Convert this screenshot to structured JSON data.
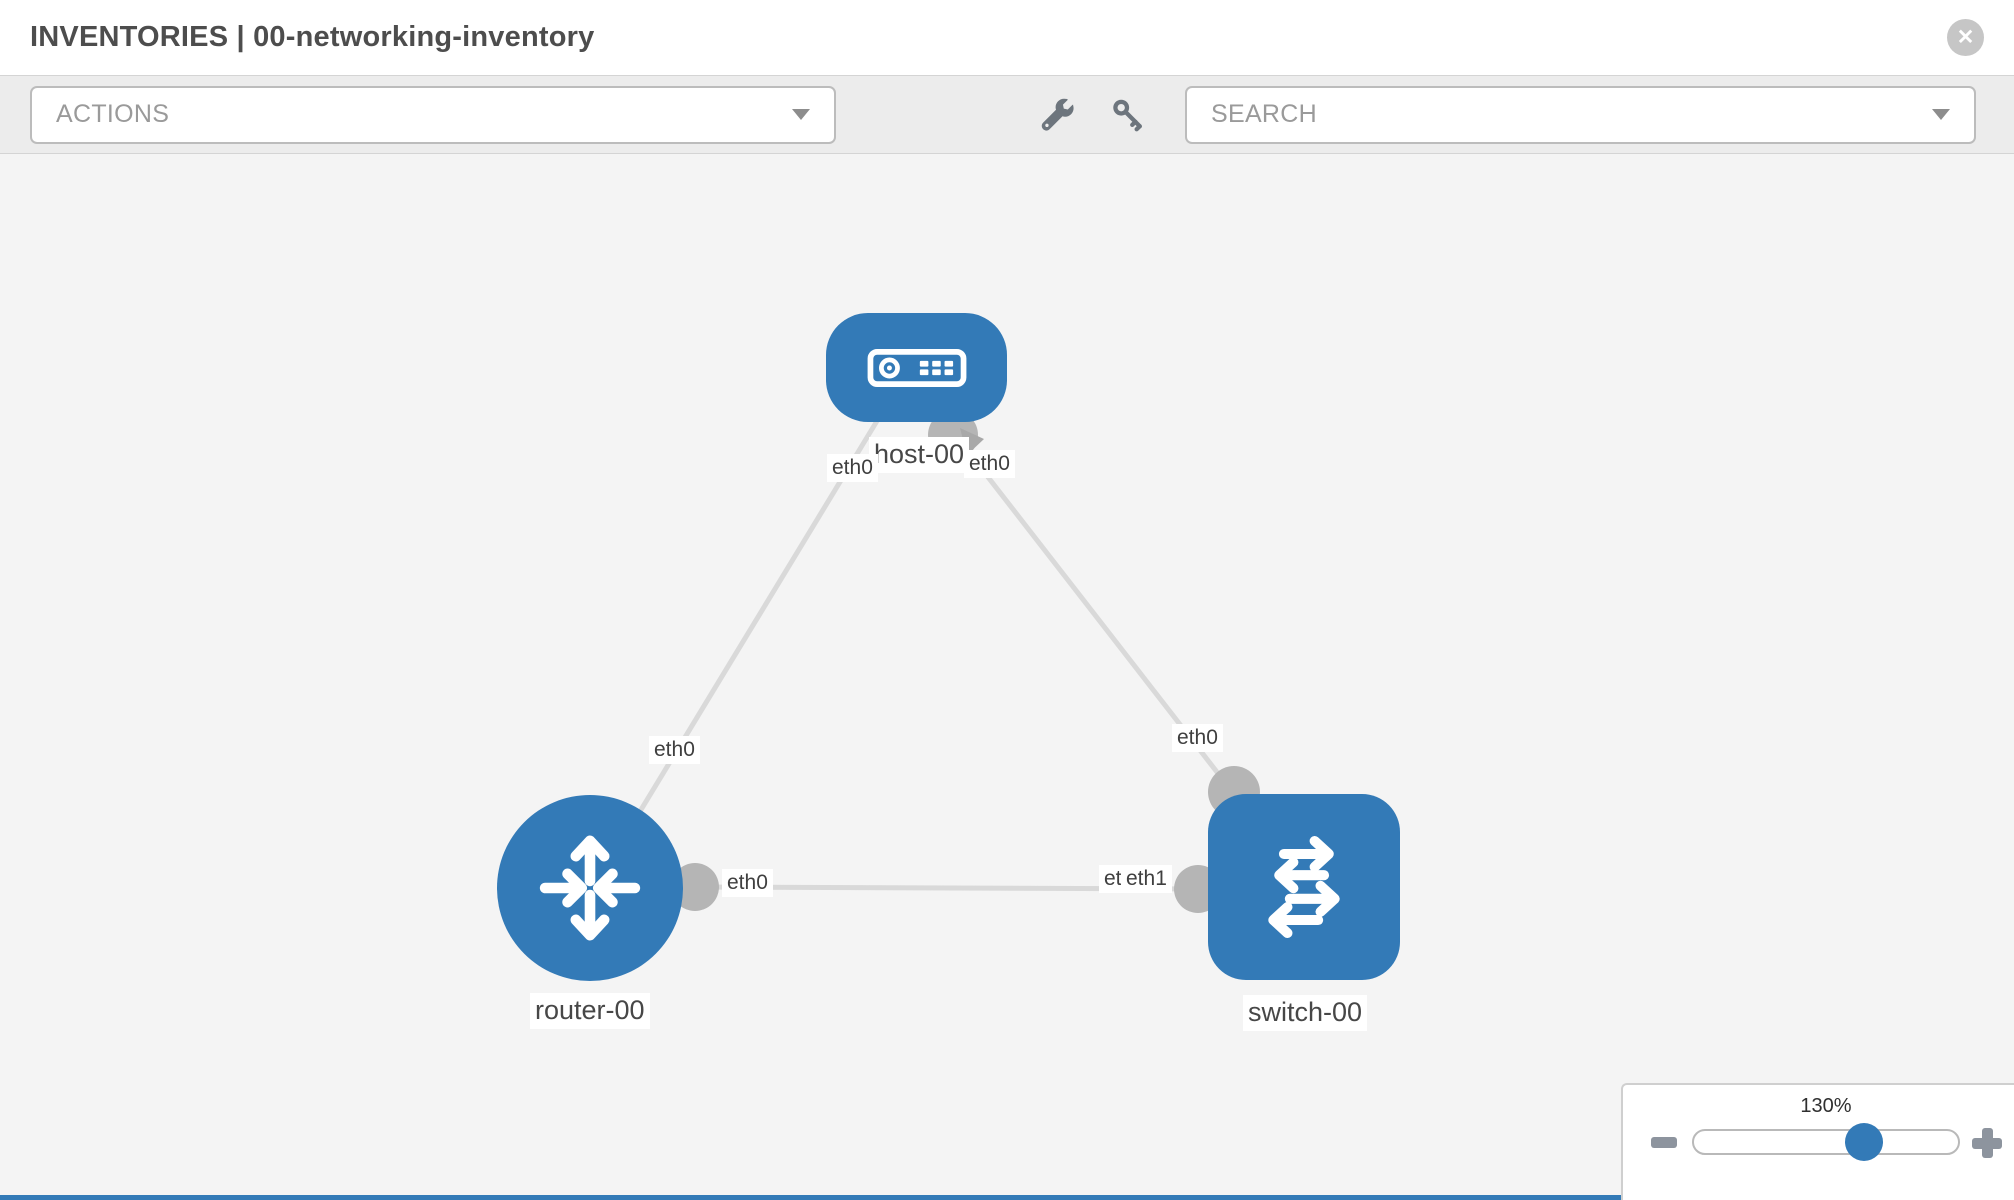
{
  "window": {
    "title": "INVENTORIES | 00-networking-inventory",
    "close_icon": "✕"
  },
  "toolbar": {
    "actions_placeholder": "ACTIONS",
    "search_placeholder": "SEARCH",
    "icons": [
      "wrench-icon",
      "key-icon"
    ]
  },
  "graph": {
    "nodes": [
      {
        "label": "host-00",
        "type": "host",
        "icon": "server-icon"
      },
      {
        "label": "router-00",
        "type": "router",
        "icon": "router-arrows-icon"
      },
      {
        "label": "switch-00",
        "type": "switch",
        "icon": "switch-arrows-icon"
      }
    ],
    "links": [
      {
        "from": "host-00",
        "to": "router-00",
        "from_port": "eth0",
        "to_port": "eth0"
      },
      {
        "from": "host-00",
        "to": "switch-00",
        "from_port": "eth0",
        "to_port": "eth0"
      },
      {
        "from": "router-00",
        "to": "switch-00",
        "from_port": "eth0",
        "to_port": "eth1"
      }
    ],
    "ports": {
      "host_left": "eth0",
      "host_right": "eth0",
      "router_top": "eth0",
      "router_right": "eth0",
      "switch_top": "eth0",
      "switch_back": "eth0",
      "switch_front": "eth1"
    }
  },
  "zoom": {
    "level": "130%",
    "minus_icon": "minus",
    "plus_icon": "plus"
  },
  "colors": {
    "accent_blue": "#337ab7",
    "link_gray": "#d9d9d9",
    "port_gray": "#b5b5b5",
    "canvas_bg": "#f4f4f4"
  }
}
